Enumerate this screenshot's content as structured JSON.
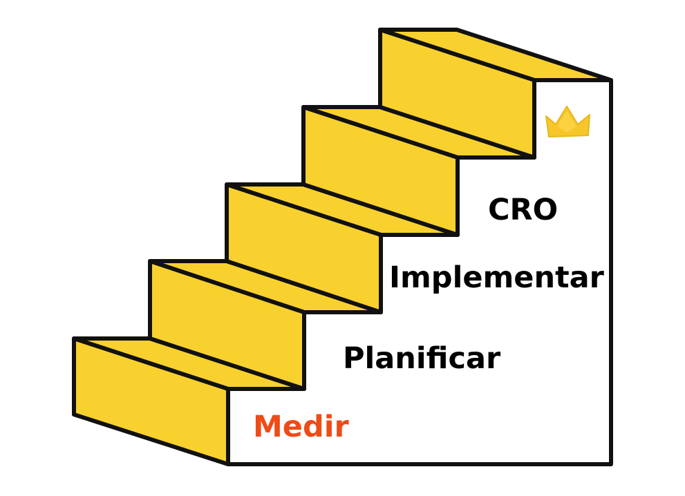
{
  "diagram": {
    "steps": [
      {
        "label": "Medir",
        "color": "#EE4B17"
      },
      {
        "label": "Planificar",
        "color": "#000000"
      },
      {
        "label": "Implementar",
        "color": "#000000"
      },
      {
        "label": "CRO",
        "color": "#000000"
      }
    ],
    "top_icon": "crown-icon",
    "colors": {
      "step_fill": "#F9D12E",
      "outline": "#111111",
      "wall_fill": "#FFFFFF",
      "crown": "#F6C62A"
    }
  }
}
